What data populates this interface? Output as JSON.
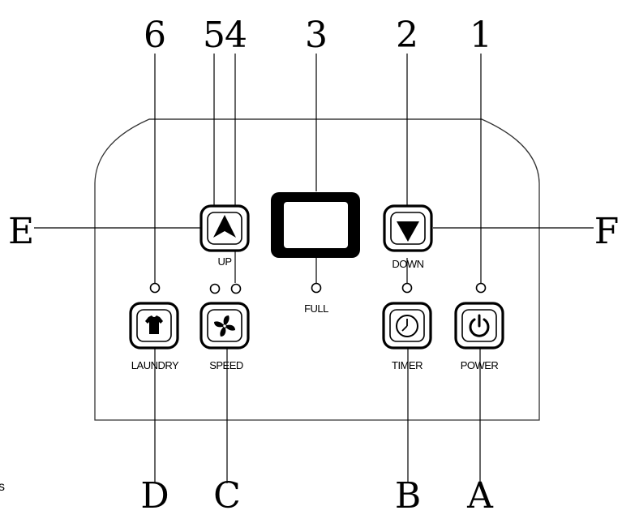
{
  "callouts": {
    "n6": "6",
    "n5": "5",
    "n4": "4",
    "n3": "3",
    "n2": "2",
    "n1": "1",
    "E": "E",
    "F": "F",
    "D": "D",
    "C": "C",
    "B": "B",
    "A": "A"
  },
  "buttons": {
    "up": "UP",
    "down": "DOWN",
    "laundry": "LAUNDRY",
    "speed": "SPEED",
    "timer": "TIMER",
    "power": "POWER"
  },
  "indicators": {
    "full": "FULL"
  },
  "stray_text": "s",
  "icons": [
    "up-arrow-icon",
    "down-arrow-icon",
    "shirt-icon",
    "fan-icon",
    "clock-icon",
    "power-icon"
  ]
}
